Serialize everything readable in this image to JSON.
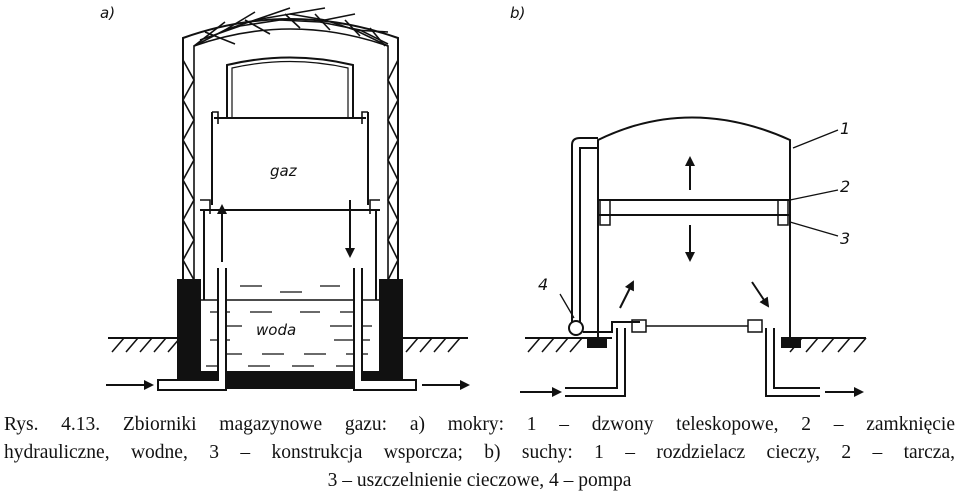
{
  "panels": {
    "a": {
      "label": "a)",
      "gas_label": "gaz",
      "water_label": "woda"
    },
    "b": {
      "label": "b)",
      "callouts": [
        "1",
        "2",
        "3",
        "4"
      ]
    }
  },
  "caption": {
    "line1": "Rys. 4.13. Zbiorniki magazynowe gazu: a) mokry: 1 – dzwony teleskopowe, 2 – zamknięcie",
    "line2": "hydrauliczne, wodne, 3 – konstrukcja wsporcza; b) suchy: 1 – rozdzielacz cieczy, 2 – tarcza,",
    "line3": "3 – uszczelnienie cieczowe, 4 – pompa"
  },
  "colors": {
    "ink": "#111111",
    "paper": "#ffffff"
  }
}
